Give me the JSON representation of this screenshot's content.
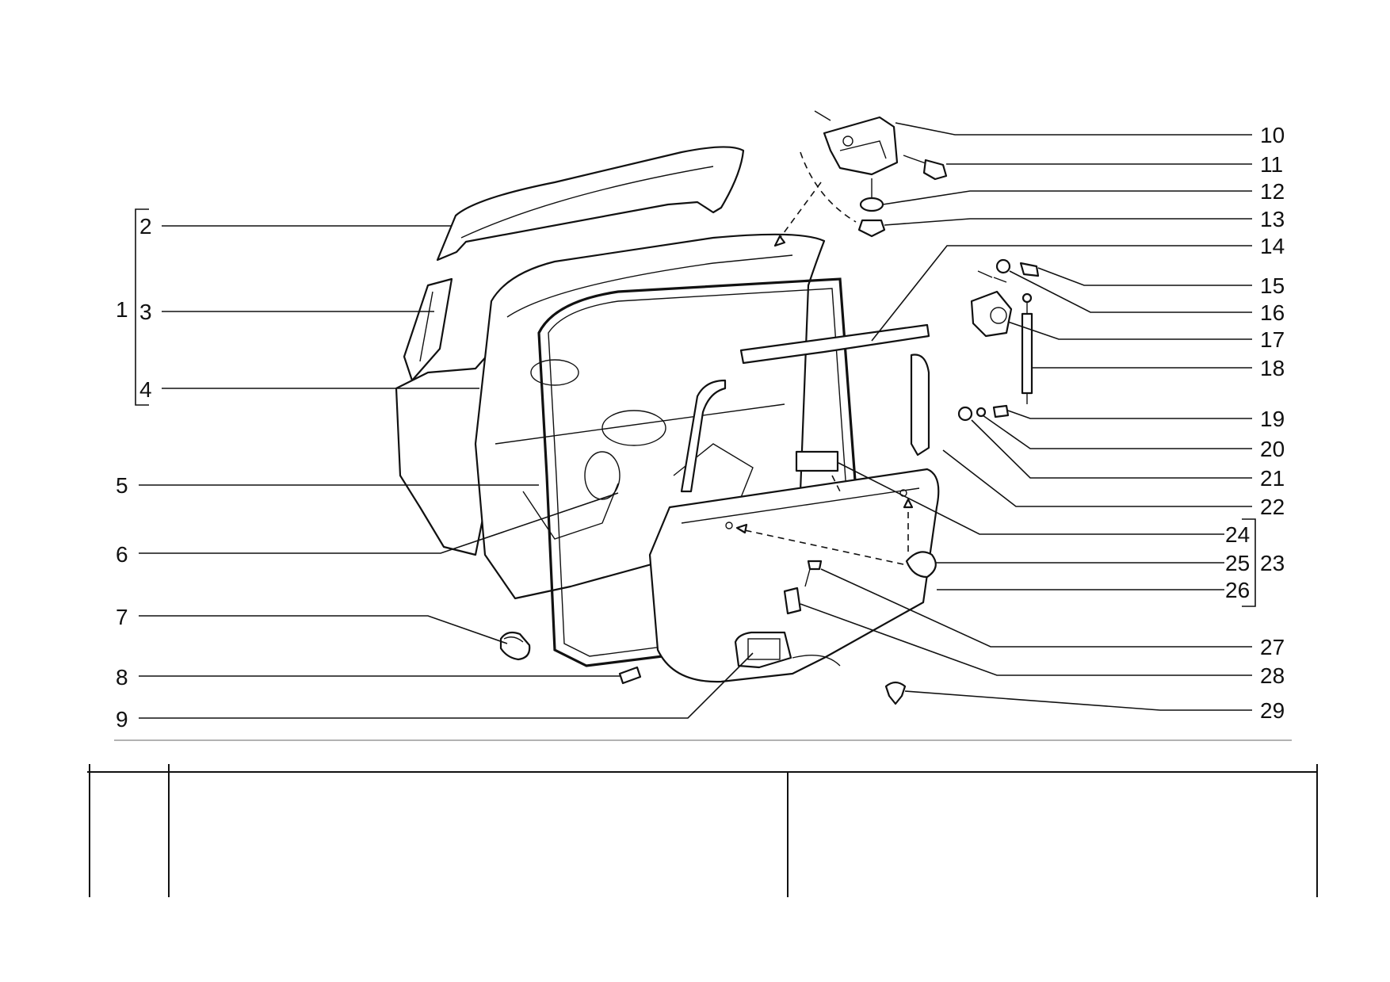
{
  "callouts": [
    {
      "id": "1",
      "text": "1"
    },
    {
      "id": "2",
      "text": "2"
    },
    {
      "id": "3",
      "text": "3"
    },
    {
      "id": "4",
      "text": "4"
    },
    {
      "id": "5",
      "text": "5"
    },
    {
      "id": "6",
      "text": "6"
    },
    {
      "id": "7",
      "text": "7"
    },
    {
      "id": "8",
      "text": "8"
    },
    {
      "id": "9",
      "text": "9"
    },
    {
      "id": "10",
      "text": "10"
    },
    {
      "id": "11",
      "text": "11"
    },
    {
      "id": "12",
      "text": "12"
    },
    {
      "id": "13",
      "text": "13"
    },
    {
      "id": "14",
      "text": "14"
    },
    {
      "id": "15",
      "text": "15"
    },
    {
      "id": "16",
      "text": "16"
    },
    {
      "id": "17",
      "text": "17"
    },
    {
      "id": "18",
      "text": "18"
    },
    {
      "id": "19",
      "text": "19"
    },
    {
      "id": "20",
      "text": "20"
    },
    {
      "id": "21",
      "text": "21"
    },
    {
      "id": "22",
      "text": "22"
    },
    {
      "id": "23",
      "text": "23"
    },
    {
      "id": "24",
      "text": "24"
    },
    {
      "id": "25",
      "text": "25"
    },
    {
      "id": "26",
      "text": "26"
    },
    {
      "id": "27",
      "text": "27"
    },
    {
      "id": "28",
      "text": "28"
    },
    {
      "id": "29",
      "text": "29"
    }
  ],
  "colors": {
    "line": "#111111",
    "background": "#ffffff",
    "rule": "#999999"
  },
  "parts_table": {
    "columns": 3,
    "rows_visible": 1
  }
}
